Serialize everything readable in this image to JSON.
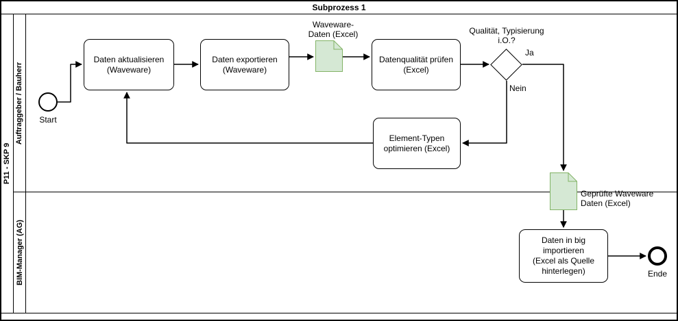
{
  "diagram": {
    "title": "Subprozess 1",
    "pool": {
      "label": "P11 - SKP 9"
    },
    "lanes": [
      {
        "label": "Auftraggeber / Bauherr"
      },
      {
        "label": "BIM-Manager (AG)"
      }
    ],
    "events": {
      "start": {
        "label": "Start"
      },
      "end": {
        "label": "Ende"
      }
    },
    "tasks": [
      {
        "label": "Daten aktualisieren\n(Waveware)"
      },
      {
        "label": "Daten exportieren\n(Waveware)"
      },
      {
        "label": "Datenqualität prüfen\n(Excel)"
      },
      {
        "label": "Element-Typen\noptimieren (Excel)"
      },
      {
        "label": "Daten in big importieren\n(Excel als Quelle\nhinterlegen)"
      }
    ],
    "documents": [
      {
        "label": "Waveware-\nDaten (Excel)"
      },
      {
        "label": "Geprüfte Waveware\nDaten (Excel)"
      }
    ],
    "gateway": {
      "label": "Qualität, Typisierung\ni.O.?",
      "branch_yes": "Ja",
      "branch_no": "Nein"
    },
    "colors": {
      "document_fill": "#d5e8d4",
      "document_border": "#82b366",
      "line": "#000000",
      "background": "#ffffff"
    }
  }
}
